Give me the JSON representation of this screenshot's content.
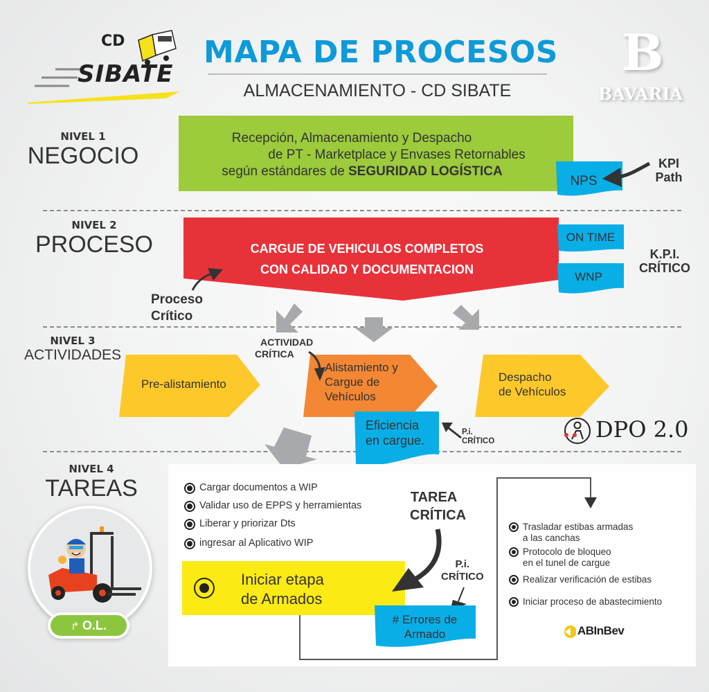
{
  "header": {
    "logo_left": {
      "line1": "CD",
      "line2": "SIBATE"
    },
    "title": "MAPA DE PROCESOS",
    "subtitle": "ALMACENAMIENTO - CD SIBATE",
    "logo_right": {
      "mark": "B",
      "name": "BAVARIA"
    }
  },
  "levels": [
    {
      "number": "NIVEL 1",
      "name": "NEGOCIO"
    },
    {
      "number": "NIVEL 2",
      "name": "PROCESO"
    },
    {
      "number": "NIVEL 3",
      "name": "ACTIVIDADES"
    },
    {
      "number": "NIVEL 4",
      "name": "TAREAS"
    }
  ],
  "nivel1": {
    "line1": "Recepción, Almacenamiento y Despacho",
    "line2": "de PT - Marketplace y Envases Retornables",
    "line3_prefix": "según estándares de ",
    "line3_bold": "SEGURIDAD LOGÍSTICA",
    "kpi": "NPS",
    "kpi_label_1": "KPI",
    "kpi_label_2": "Path"
  },
  "nivel2": {
    "line1": "CARGUE DE VEHICULOS COMPLETOS",
    "line2": "CON CALIDAD Y DOCUMENTACION",
    "kpis": [
      "ON TIME",
      "WNP"
    ],
    "kpi_label_1": "K.P.I.",
    "kpi_label_2": "CRÍTICO",
    "critical_label_1": "Proceso",
    "critical_label_2": "Crítico"
  },
  "nivel3": {
    "activities": [
      {
        "lines": [
          "Pre-alistamiento"
        ]
      },
      {
        "lines": [
          "Alistamiento y",
          "Cargue de",
          "Vehículos"
        ]
      },
      {
        "lines": [
          "Despacho",
          "de Vehículos"
        ]
      }
    ],
    "critical_label_1": "ACTIVIDAD",
    "critical_label_2": "CRÍTICA",
    "pi": {
      "line1": "Eficiencia",
      "line2": "en cargue."
    },
    "pi_label_1": "P.i.",
    "pi_label_2": "CRÍTICO",
    "dpo_logo": "DPO 2.0"
  },
  "nivel4": {
    "tasks_left": [
      "Cargar documentos a WIP",
      "Validar uso de EPPS y herramientas",
      "Liberar y priorizar Dts",
      "ingresar al Aplicativo WIP"
    ],
    "critical_task": {
      "line1": "Iniciar etapa",
      "line2": "de Armados"
    },
    "critical_label_1": "TAREA",
    "critical_label_2": "CRÍTICA",
    "pi_label_1": "P.i.",
    "pi_label_2": "CRÍTICO",
    "pi": {
      "line1": "# Errores de",
      "line2": "Armado"
    },
    "tasks_right": [
      {
        "line1": "Trasladar estibas armadas",
        "line2": "a las canchas"
      },
      {
        "line1": "Protocolo de bloqueo",
        "line2": "en el tunel de cargue"
      },
      {
        "line1": "Realizar verificación de estibas",
        "line2": ""
      },
      {
        "line1": "Iniciar proceso de abastecimiento",
        "line2": ""
      }
    ],
    "ol_badge": "O.L.",
    "abinbev_logo": "ABInBev"
  },
  "colors": {
    "title_blue": "#0d9ad8",
    "green": "#9ccb3b",
    "red": "#e8323a",
    "yellow": "#fdc82a",
    "orange": "#f38733",
    "kpi_blue": "#0aaee6",
    "task_yellow": "#fcea15",
    "arrow_gray": "#a7a9ac"
  }
}
